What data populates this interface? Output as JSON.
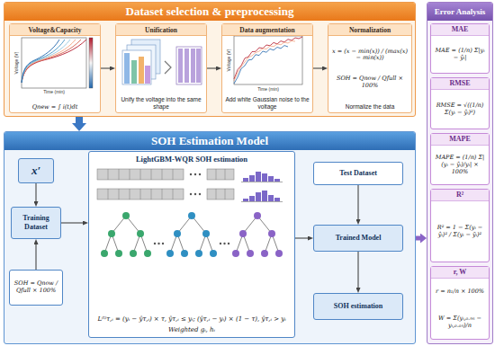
{
  "diagram": {
    "nodes": [
      {
        "text": [
          "Dataset selection & preprocessing"
        ]
      },
      {
        "text": [
          "Voltage&Capacity",
          "Qnew = ∫ i(t)dt"
        ],
        "in": 0
      },
      {
        "text": [
          "Unification",
          "Unify the voltage into the same shape"
        ],
        "in": 0
      },
      {
        "text": [
          "Data augmentation",
          "Add white Gaussian noise to the voltage"
        ],
        "in": 0
      },
      {
        "text": [
          "Normalization",
          "x = (x − min(x)) / (max(x) − min(x))",
          "SOH = Qnow / Qfull × 100%",
          "Normalize the data"
        ],
        "in": 0
      },
      {
        "text": [
          "Error Analysis"
        ]
      },
      {
        "text": [
          "MAE",
          "MAE = (1/n) Σ|yᵢ − ŷᵢ|"
        ],
        "in": 5
      },
      {
        "text": [
          "RMSE",
          "RMSE = √((1/n) Σ(yᵢ − ŷᵢ)²)"
        ],
        "in": 5
      },
      {
        "text": [
          "MAPE",
          "MAPE = (1/n) Σ|(yᵢ − ŷᵢ)/yᵢ| × 100%"
        ],
        "in": 5
      },
      {
        "text": [
          "R²",
          "R² = 1 − Σ(yᵢ − ŷᵢ)² / Σ(yᵢ − ȳᵢ)²"
        ],
        "in": 5
      },
      {
        "text": [
          "r, W",
          "r = n₁/n × 100%",
          "W = Σ(yᵢ,₀.₉₅ − yᵢ,₀.₀₅)/n"
        ],
        "in": 5
      },
      {
        "text": [
          "SOH Estimation Model"
        ]
      },
      {
        "text": [
          "x′"
        ],
        "in": 11
      },
      {
        "text": [
          "Training Dataset"
        ],
        "in": 11
      },
      {
        "text": [
          "SOH = Qnow / Qfull × 100%"
        ],
        "in": 11
      },
      {
        "text": [
          "LightGBM-WQR SOH estimation",
          "L⁽ᵗ⁾τ,ᵢ = (yᵢ − ŷτ,ᵢ) × τ, ŷτ,ᵢ ≤ yᵢ; (ŷτ,ᵢ − yᵢ) × (1 − τ), ŷτ,ᵢ > yᵢ",
          "Weighted gᵢ, hᵢ"
        ],
        "in": 11
      },
      {
        "text": [
          "Test Dataset"
        ],
        "in": 11
      },
      {
        "text": [
          "Trained Model"
        ],
        "in": 11
      },
      {
        "text": [
          "SOH estimation"
        ],
        "in": 11
      }
    ],
    "edges": [
      {
        "from": 1,
        "to": 2,
        "arrow": "to"
      },
      {
        "from": 2,
        "to": 3,
        "arrow": "to"
      },
      {
        "from": 3,
        "to": 4,
        "arrow": "to"
      },
      {
        "from": 0,
        "to": 11,
        "arrow": "to"
      },
      {
        "from": 12,
        "to": 13,
        "arrow": "to"
      },
      {
        "from": 14,
        "to": 13,
        "arrow": "to"
      },
      {
        "from": 13,
        "to": 15,
        "arrow": "to"
      },
      {
        "from": 15,
        "to": 17,
        "arrow": "to"
      },
      {
        "from": 16,
        "to": 17,
        "arrow": "to"
      },
      {
        "from": 17,
        "to": 18,
        "arrow": "to"
      },
      {
        "from": 11,
        "to": 5,
        "arrow": "to"
      }
    ],
    "labels": [
      "Voltage (V)",
      "Time (min)",
      "Voltage (V)",
      "Time (min)"
    ]
  }
}
